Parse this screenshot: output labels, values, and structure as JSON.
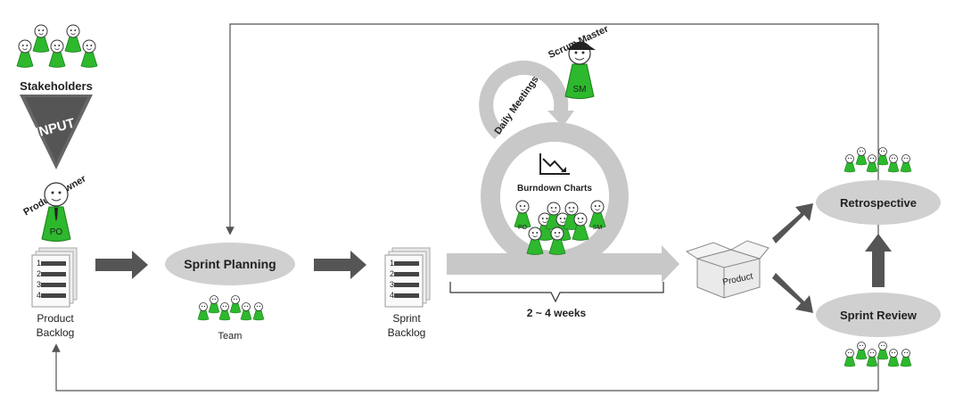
{
  "title": "",
  "labels": {
    "stakeholders": "Stakeholders",
    "input": "INPUT",
    "product_owner": "Product Owner",
    "product_backlog_1": "Product",
    "product_backlog_2": "Backlog",
    "sprint_planning": "Sprint Planning",
    "team": "Team",
    "sprint_backlog_1": "Sprint",
    "sprint_backlog_2": "Backlog",
    "scrum_master": "Scrum Master",
    "daily_meetings": "Daily Meetings",
    "burndown_charts": "Burndown Charts",
    "duration": "2 ~ 4 weeks",
    "product_box": "Product",
    "retrospective": "Retrospective",
    "sprint_review": "Sprint Review"
  },
  "badges": {
    "po": "PO",
    "sm": "SM"
  },
  "backlog_numbers": [
    "1",
    "2",
    "3",
    "4"
  ],
  "colors": {
    "figure_green": "#2db82d",
    "arrow_gray": "#555555",
    "flow_gray": "#c8c8c8",
    "oval_gray": "#d0d0d0",
    "line": "#555555"
  },
  "icons": [
    "person-figure-icon",
    "document-stack-icon",
    "burndown-chart-icon",
    "open-box-icon",
    "cap-icon",
    "tie-icon"
  ]
}
